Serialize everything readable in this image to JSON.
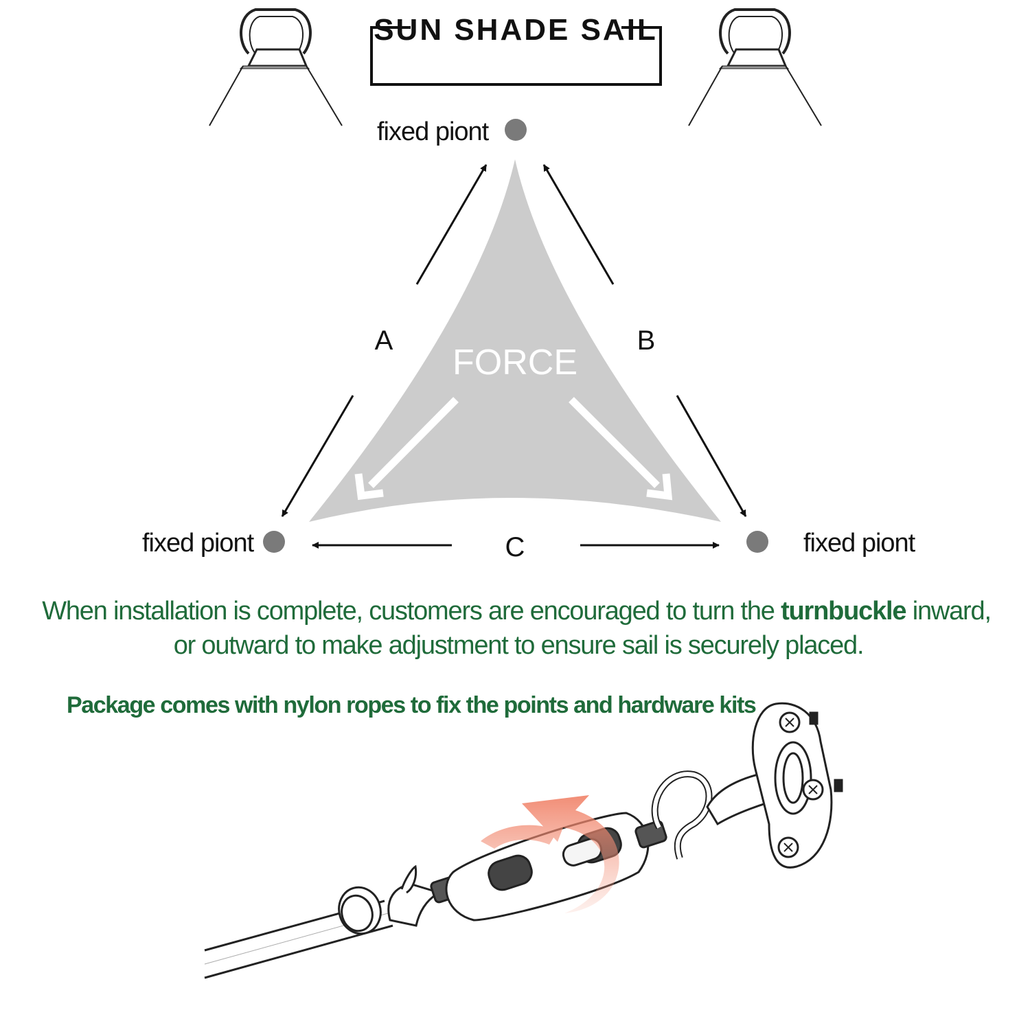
{
  "header": {
    "title": "SUN SHADE SAIL"
  },
  "diagram": {
    "fixed_point_labels": {
      "top": "fixed piont",
      "left": "fixed piont",
      "right": "fixed piont"
    },
    "side_labels": {
      "a": "A",
      "b": "B",
      "c": "C"
    },
    "force_label": "FORCE"
  },
  "instructions": {
    "line1_before": "When installation is complete, customers are encouraged to turn the ",
    "line1_bold": "turnbuckle",
    "line1_after": " inward,",
    "line2": "or outward to make adjustment to ensure sail is securely placed."
  },
  "package_note": "Package comes with nylon ropes to fix the points and hardware kits",
  "colors": {
    "text_black": "#111111",
    "fixed_point_gray": "#7a7a7a",
    "sail_gray": "#cccccc",
    "instruction_green": "#1f6b3a",
    "rotation_arrow": "#f4a08a"
  },
  "icons": {
    "corner_ring_left": "d-ring-corner-icon",
    "corner_ring_right": "d-ring-corner-icon",
    "turnbuckle": "turnbuckle-illustration",
    "wall_plate": "pad-eye-plate-icon",
    "rotate_arrow": "rotate-arrow-icon"
  }
}
